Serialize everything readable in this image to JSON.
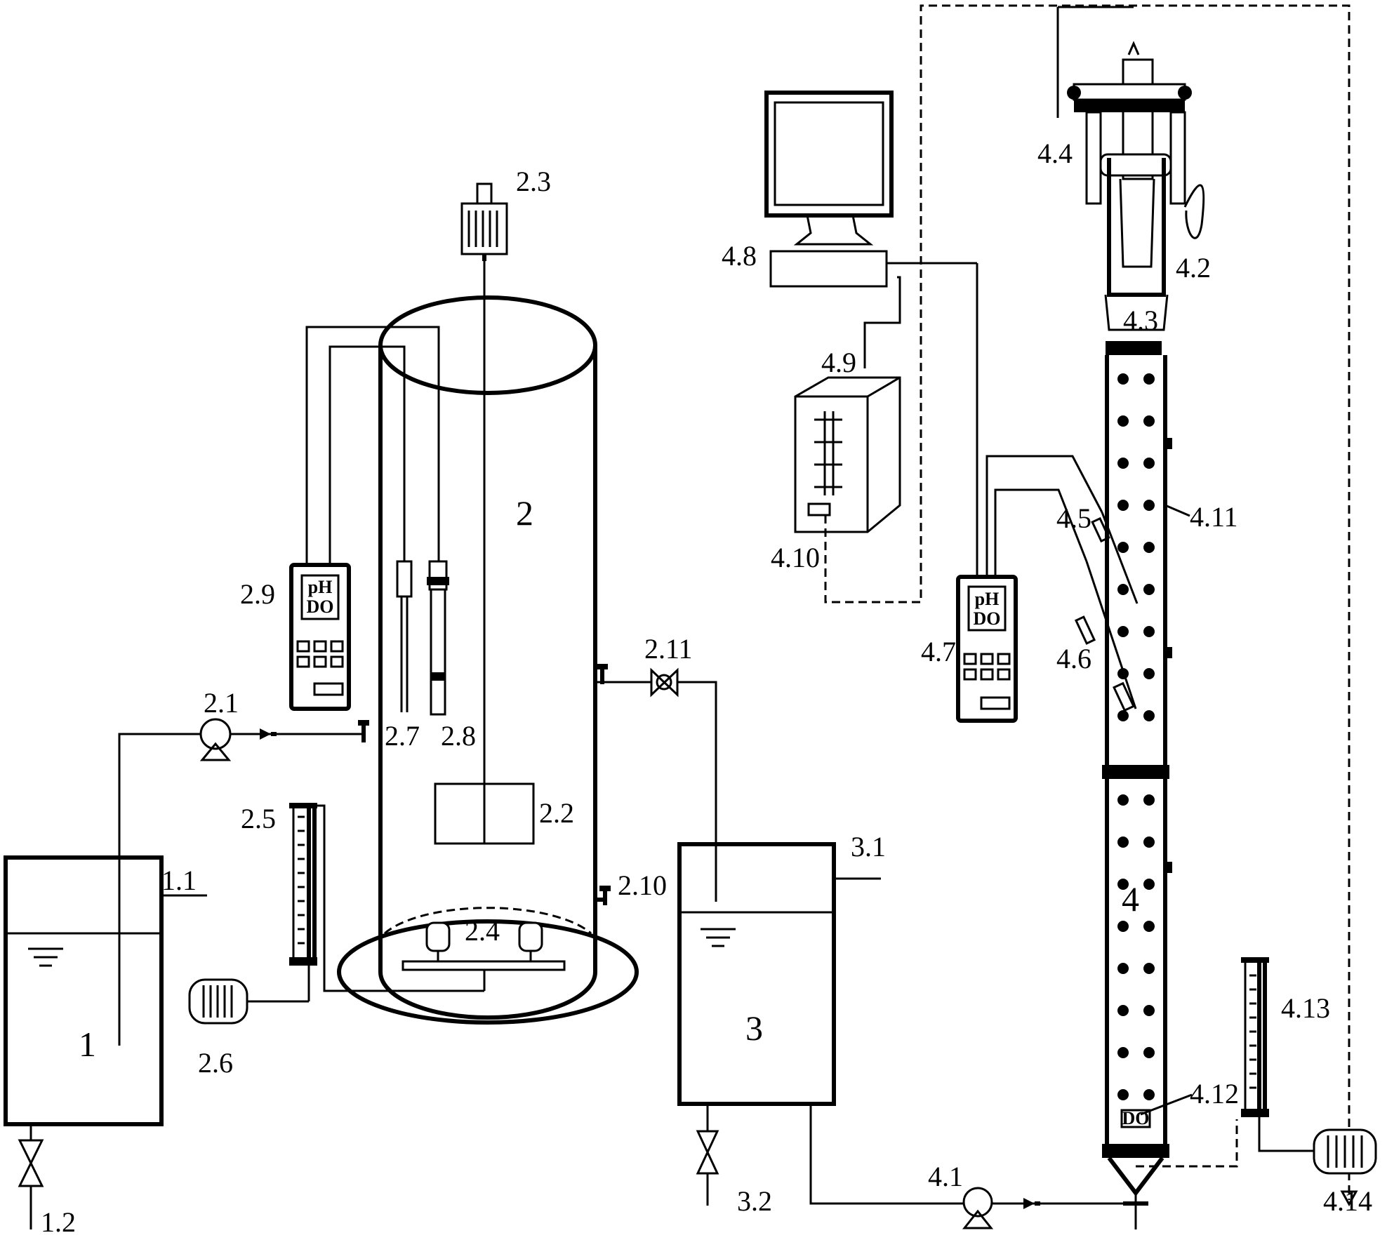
{
  "labels": {
    "tank_1": "1",
    "l_1_1": "1.1",
    "l_1_2": "1.2",
    "reactor_2": "2",
    "l_2_1": "2.1",
    "l_2_2": "2.2",
    "l_2_3": "2.3",
    "l_2_4": "2.4",
    "l_2_5": "2.5",
    "l_2_6": "2.6",
    "l_2_7": "2.7",
    "l_2_8": "2.8",
    "l_2_9": "2.9",
    "l_2_10": "2.10",
    "l_2_11": "2.11",
    "tank_3": "3",
    "l_3_1": "3.1",
    "l_3_2": "3.2",
    "column_4": "4",
    "l_4_1": "4.1",
    "l_4_2": "4.2",
    "l_4_3": "4.3",
    "l_4_4": "4.4",
    "l_4_5": "4.5",
    "l_4_6": "4.6",
    "l_4_7": "4.7",
    "l_4_8": "4.8",
    "l_4_9": "4.9",
    "l_4_10": "4.10",
    "l_4_11": "4.11",
    "l_4_12": "4.12",
    "l_4_13": "4.13",
    "l_4_14": "4.14"
  },
  "meter_left": {
    "line1": "pH",
    "line2": "DO"
  },
  "meter_right": {
    "line1": "pH",
    "line2": "DO"
  },
  "do_probe_text": "DO"
}
